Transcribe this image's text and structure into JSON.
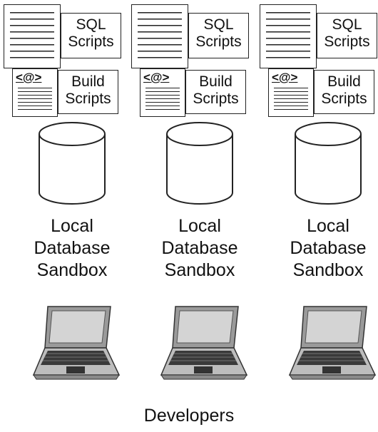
{
  "sandboxes": [
    {
      "sql_label": [
        "SQL",
        "Scripts"
      ],
      "build_tag": "<@>",
      "build_label": [
        "Build",
        "Scripts"
      ],
      "db_label": [
        "Local",
        "Database",
        "Sandbox"
      ]
    },
    {
      "sql_label": [
        "SQL",
        "Scripts"
      ],
      "build_tag": "<@>",
      "build_label": [
        "Build",
        "Scripts"
      ],
      "db_label": [
        "Local",
        "Database",
        "Sandbox"
      ]
    },
    {
      "sql_label": [
        "SQL",
        "Scripts"
      ],
      "build_tag": "<@>",
      "build_label": [
        "Build",
        "Scripts"
      ],
      "db_label": [
        "Local",
        "Database",
        "Sandbox"
      ]
    }
  ],
  "footer": {
    "label": "Developers"
  },
  "icons": {
    "script": "document-icon",
    "database": "database-cylinder-icon",
    "developer": "laptop-icon"
  }
}
